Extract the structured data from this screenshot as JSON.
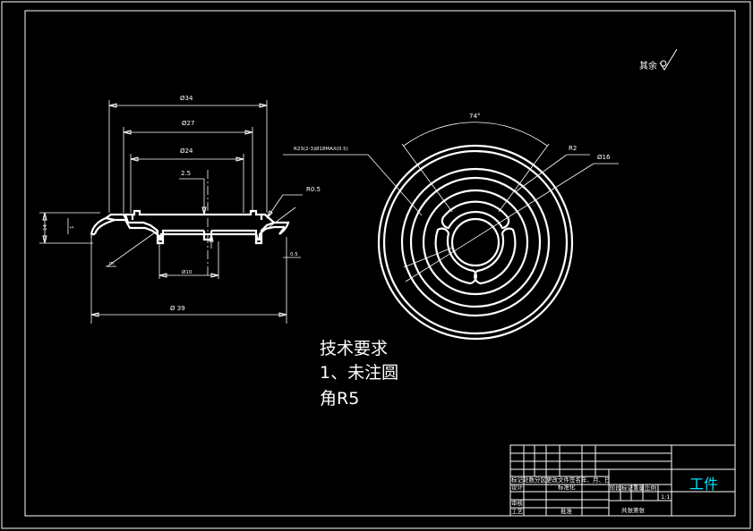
{
  "roughness_note": "其余",
  "front_view": {
    "dim_d34": "Ø34",
    "dim_d27": "Ø27",
    "dim_d24": "Ø24",
    "dim_2_5": "2.5",
    "dim_r0_5": "R0.5",
    "dim_d39": "Ø 39",
    "dim_height": "14",
    "dim_side": "1",
    "dim_m": "m",
    "dim_small_right": "0.5",
    "dim_bottom_center": "Ø10"
  },
  "top_view": {
    "angle": "74°",
    "r2": "R2",
    "d16": "Ø16",
    "callout": "R23(2-3)Ø18MAX(0.5)"
  },
  "tech_requirements": {
    "heading": "技术要求",
    "item1_line1": "1、未注圆",
    "item1_line2": "角R5"
  },
  "title_block": {
    "name": "工件",
    "row_header": "标记处数分区更改文件签名年、月、日",
    "design": "设计",
    "standardize": "标准化",
    "stage_labels": "阶段标记重量比例",
    "scale": "1:1",
    "review": "审核",
    "process": "工艺",
    "approve": "批准",
    "sheets": "共张第张"
  }
}
